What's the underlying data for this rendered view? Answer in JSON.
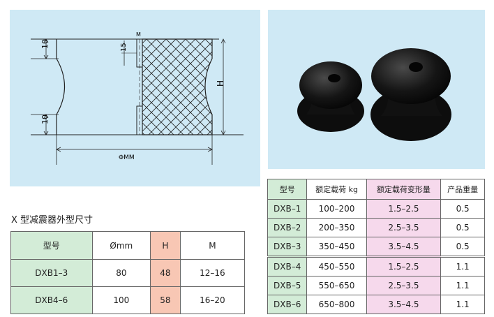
{
  "drawing": {
    "dim_top_height": "10",
    "dim_bottom_height": "10",
    "dim_groove": "15",
    "dim_m": "M",
    "dim_h": "H",
    "dim_diameter": "ΦMM"
  },
  "photo": {
    "label": "Photo of two black rubber X-type anti-vibration mounts"
  },
  "dimensions": {
    "caption": "X 型减震器外型尺寸",
    "headers": [
      "型号",
      "Ømm",
      "H",
      "M"
    ],
    "rows": [
      [
        "DXB1–3",
        "80",
        "48",
        "12–16"
      ],
      [
        "DXB4–6",
        "100",
        "58",
        "16–20"
      ]
    ]
  },
  "specs": {
    "headers": [
      "型号",
      "额定载荷 kg",
      "额定载荷变形量",
      "产品重量"
    ],
    "rows": [
      [
        "DXB–1",
        "100–200",
        "1.5–2.5",
        "0.5"
      ],
      [
        "DXB–2",
        "200–350",
        "2.5–3.5",
        "0.5"
      ],
      [
        "DXB–3",
        "350–450",
        "3.5–4.5",
        "0.5"
      ],
      [
        "DXB–4",
        "450–550",
        "1.5–2.5",
        "1.1"
      ],
      [
        "DXB–5",
        "550–650",
        "2.5–3.5",
        "1.1"
      ],
      [
        "DXB–6",
        "650–800",
        "3.5–4.5",
        "1.1"
      ]
    ]
  }
}
